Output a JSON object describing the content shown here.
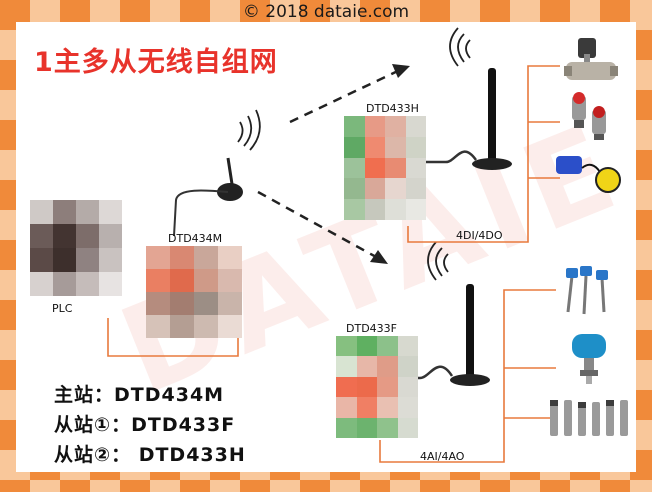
{
  "copyright": "© 2018 dataie.com",
  "title": "1主多从无线自组网",
  "watermark": "DATAIE",
  "labels": {
    "plc": "PLC",
    "master": "DTD434M",
    "slave_h": "DTD433H",
    "slave_f": "DTD433F",
    "io_h": "4DI/4DO",
    "io_f": "4AI/4AO"
  },
  "legend": [
    "主站：DTD434M",
    "从站①：DTD433F",
    "从站②：  DTD433H"
  ],
  "device_icons": [
    "solenoid-valve-icon",
    "push-button-icon",
    "float-switch-icon",
    "temperature-sensor-icon",
    "pressure-transmitter-icon",
    "pressure-sensors-icon"
  ],
  "colors": {
    "border_orange": "#f08a3a",
    "border_light": "#f9c79a",
    "title_red": "#e8332b",
    "line_orange": "#e87a3d"
  }
}
